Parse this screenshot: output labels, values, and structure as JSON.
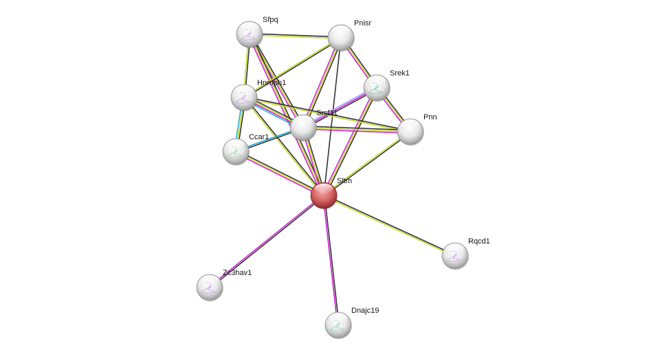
{
  "title": "Protein interaction network",
  "center_node": "Sltm",
  "colors": {
    "node_default": "#e6e6e6",
    "node_center": "#d9585a",
    "edge_black": "#333333",
    "edge_yellow": "#c4dc2a",
    "edge_magenta": "#d020d8",
    "edge_cyan": "#20b0d8",
    "edge_lavender": "#9f9ff5"
  },
  "nodes": [
    {
      "id": "Sfpq",
      "label": "Sfpq",
      "structure": true,
      "structure_color": "#b070e0"
    },
    {
      "id": "Pnisr",
      "label": "Pnisr",
      "structure": false
    },
    {
      "id": "Srek1",
      "label": "Srek1",
      "structure": true,
      "structure_color": "#40a0a0"
    },
    {
      "id": "Hnrnph1",
      "label": "Hnrnph1",
      "structure": true,
      "structure_color": "#b070e0"
    },
    {
      "id": "Srsf11",
      "label": "Srsf11",
      "structure": false
    },
    {
      "id": "Pnn",
      "label": "Pnn",
      "structure": false
    },
    {
      "id": "Ccar1",
      "label": "Ccar1",
      "structure": true,
      "structure_color": "#70c070"
    },
    {
      "id": "Sltm",
      "label": "Sltm",
      "structure": true,
      "structure_color": "#c08030",
      "center": true
    },
    {
      "id": "Rqcd1",
      "label": "Rqcd1",
      "structure": true,
      "structure_color": "#b070e0"
    },
    {
      "id": "Zc3hav1",
      "label": "Zc3hav1",
      "structure": true,
      "structure_color": "#b070e0"
    },
    {
      "id": "Dnajc19",
      "label": "Dnajc19",
      "structure": true,
      "structure_color": "#60c090"
    }
  ],
  "edges": [
    {
      "source": "Sfpq",
      "target": "Pnisr",
      "types": [
        "black",
        "yellow"
      ]
    },
    {
      "source": "Sfpq",
      "target": "Hnrnph1",
      "types": [
        "black",
        "yellow"
      ]
    },
    {
      "source": "Sfpq",
      "target": "Srsf11",
      "types": [
        "black",
        "yellow",
        "magenta"
      ]
    },
    {
      "source": "Sfpq",
      "target": "Sltm",
      "types": [
        "black",
        "yellow",
        "magenta"
      ]
    },
    {
      "source": "Pnisr",
      "target": "Hnrnph1",
      "types": [
        "black",
        "yellow"
      ]
    },
    {
      "source": "Pnisr",
      "target": "Srek1",
      "types": [
        "black",
        "yellow",
        "magenta"
      ]
    },
    {
      "source": "Pnisr",
      "target": "Srsf11",
      "types": [
        "black",
        "yellow",
        "magenta"
      ]
    },
    {
      "source": "Pnisr",
      "target": "Sltm",
      "types": [
        "black"
      ]
    },
    {
      "source": "Srek1",
      "target": "Pnn",
      "types": [
        "black",
        "yellow",
        "magenta"
      ]
    },
    {
      "source": "Srek1",
      "target": "Srsf11",
      "types": [
        "black",
        "magenta",
        "lavender"
      ]
    },
    {
      "source": "Srek1",
      "target": "Sltm",
      "types": [
        "black",
        "yellow",
        "magenta"
      ]
    },
    {
      "source": "Hnrnph1",
      "target": "Srsf11",
      "types": [
        "black",
        "yellow",
        "magenta",
        "cyan"
      ]
    },
    {
      "source": "Hnrnph1",
      "target": "Pnn",
      "types": [
        "black",
        "yellow"
      ]
    },
    {
      "source": "Hnrnph1",
      "target": "Ccar1",
      "types": [
        "black",
        "yellow",
        "cyan"
      ]
    },
    {
      "source": "Hnrnph1",
      "target": "Sltm",
      "types": [
        "black",
        "yellow"
      ]
    },
    {
      "source": "Srsf11",
      "target": "Pnn",
      "types": [
        "black",
        "yellow",
        "magenta"
      ]
    },
    {
      "source": "Srsf11",
      "target": "Ccar1",
      "types": [
        "black",
        "cyan"
      ]
    },
    {
      "source": "Srsf11",
      "target": "Sltm",
      "types": [
        "black",
        "yellow",
        "magenta"
      ]
    },
    {
      "source": "Pnn",
      "target": "Sltm",
      "types": [
        "black",
        "yellow"
      ]
    },
    {
      "source": "Ccar1",
      "target": "Sltm",
      "types": [
        "black",
        "yellow",
        "magenta"
      ]
    },
    {
      "source": "Sltm",
      "target": "Rqcd1",
      "types": [
        "black",
        "yellow"
      ]
    },
    {
      "source": "Sltm",
      "target": "Zc3hav1",
      "types": [
        "black",
        "magenta"
      ]
    },
    {
      "source": "Sltm",
      "target": "Dnajc19",
      "types": [
        "black",
        "magenta"
      ]
    }
  ]
}
